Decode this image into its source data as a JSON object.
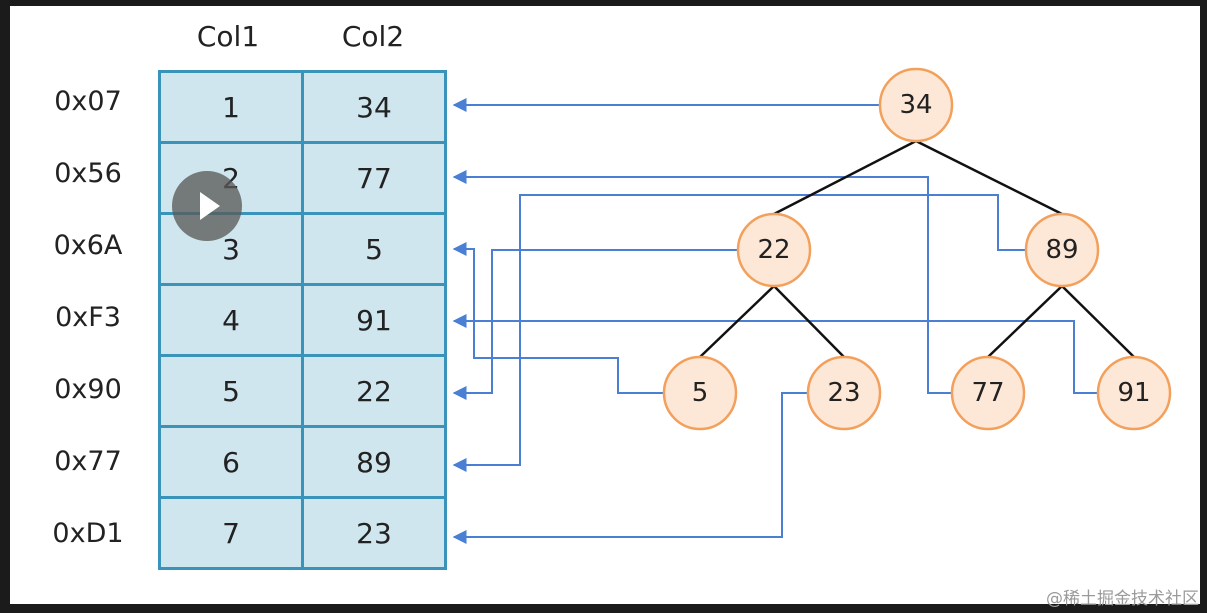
{
  "headers": {
    "col1": "Col1",
    "col2": "Col2"
  },
  "rows": [
    {
      "addr": "0x07",
      "col1": "1",
      "col2": "34"
    },
    {
      "addr": "0x56",
      "col1": "2",
      "col2": "77"
    },
    {
      "addr": "0x6A",
      "col1": "3",
      "col2": "5"
    },
    {
      "addr": "0xF3",
      "col1": "4",
      "col2": "91"
    },
    {
      "addr": "0x90",
      "col1": "5",
      "col2": "22"
    },
    {
      "addr": "0x77",
      "col1": "6",
      "col2": "89"
    },
    {
      "addr": "0xD1",
      "col1": "7",
      "col2": "23"
    }
  ],
  "tree": {
    "nodes": [
      {
        "id": "n34",
        "label": "34",
        "row": 0
      },
      {
        "id": "n22",
        "label": "22",
        "row": 4
      },
      {
        "id": "n89",
        "label": "89",
        "row": 5
      },
      {
        "id": "n5",
        "label": "5",
        "row": 2
      },
      {
        "id": "n23",
        "label": "23",
        "row": 6
      },
      {
        "id": "n77",
        "label": "77",
        "row": 1
      },
      {
        "id": "n91",
        "label": "91",
        "row": 3
      }
    ],
    "edges": [
      [
        "n34",
        "n22"
      ],
      [
        "n34",
        "n89"
      ],
      [
        "n22",
        "n5"
      ],
      [
        "n22",
        "n23"
      ],
      [
        "n89",
        "n77"
      ],
      [
        "n89",
        "n91"
      ]
    ]
  },
  "colors": {
    "table_fill": "#cfe6ee",
    "table_border": "#3a93b8",
    "link_color": "#4a7fd4",
    "node_fill": "#fde8d7",
    "node_stroke": "#f2a05b",
    "tree_edge": "#111111"
  },
  "overlay": {
    "play_icon": "play-icon"
  },
  "watermark": "@稀土掘金技术社区"
}
